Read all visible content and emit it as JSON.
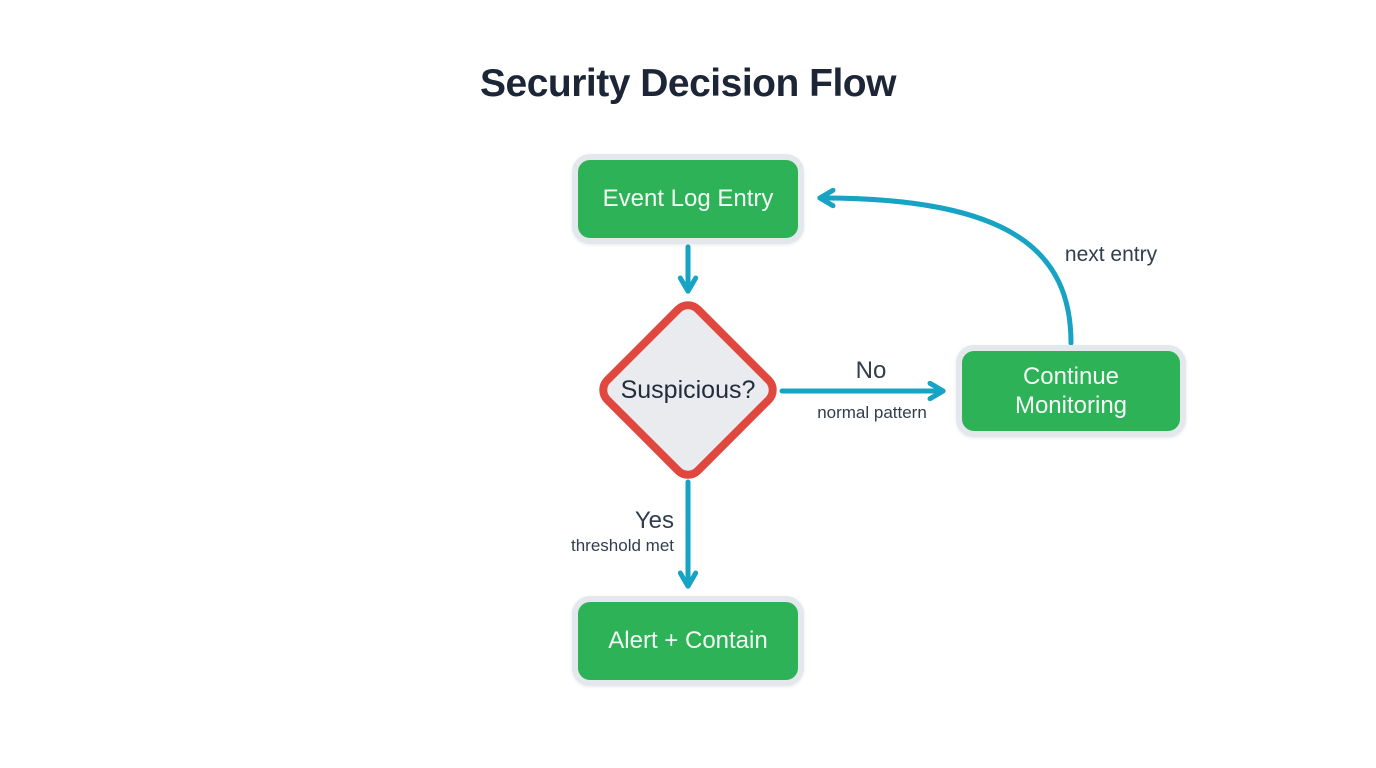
{
  "title": "Security Decision Flow",
  "colors": {
    "node_green": "#2eb257",
    "arrow_teal": "#17a3c4",
    "decision_border_red": "#e0473f",
    "decision_fill": "#e9ebee",
    "node_ring": "#e4e8ec",
    "title_text": "#1c2636",
    "label_text": "#323d4d",
    "node_text": "#f2fbf5"
  },
  "nodes": [
    {
      "id": "event-log",
      "type": "process",
      "label": "Event Log Entry"
    },
    {
      "id": "decision",
      "type": "decision",
      "label": "Suspicious?"
    },
    {
      "id": "continue-monitoring",
      "type": "process",
      "label": "Continue Monitoring"
    },
    {
      "id": "alert-contain",
      "type": "process",
      "label": "Alert + Contain"
    }
  ],
  "edges": [
    {
      "id": "event-to-decision",
      "from": "event-log",
      "to": "decision",
      "label": "",
      "sublabel": ""
    },
    {
      "id": "decision-no",
      "from": "decision",
      "to": "continue-monitoring",
      "label": "No",
      "sublabel": "normal pattern"
    },
    {
      "id": "decision-yes",
      "from": "decision",
      "to": "alert-contain",
      "label": "Yes",
      "sublabel": "threshold met"
    },
    {
      "id": "loop-back",
      "from": "continue-monitoring",
      "to": "event-log",
      "label": "next entry",
      "sublabel": ""
    }
  ]
}
